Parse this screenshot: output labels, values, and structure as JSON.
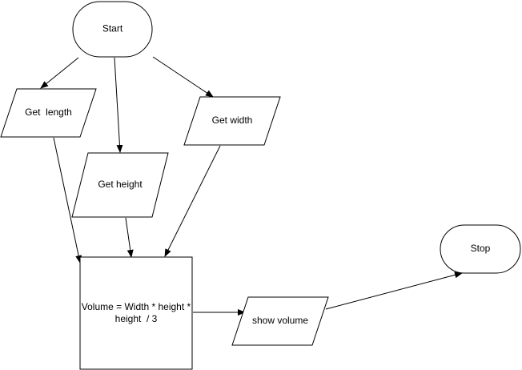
{
  "diagram": {
    "nodes": {
      "start": {
        "label": "Start",
        "shape": "terminator"
      },
      "get_length": {
        "label": "Get  length",
        "shape": "parallelogram"
      },
      "get_height": {
        "label": "Get height",
        "shape": "parallelogram"
      },
      "get_width": {
        "label": "Get width",
        "shape": "parallelogram"
      },
      "volume": {
        "label_line1": "Volume = Width * height *",
        "label_line2": "height  / 3",
        "shape": "process"
      },
      "show_volume": {
        "label": "show volume",
        "shape": "parallelogram"
      },
      "stop": {
        "label": "Stop",
        "shape": "terminator"
      }
    },
    "edges": [
      {
        "from": "start",
        "to": "get_length"
      },
      {
        "from": "start",
        "to": "get_height"
      },
      {
        "from": "start",
        "to": "get_width"
      },
      {
        "from": "get_length",
        "to": "volume"
      },
      {
        "from": "get_height",
        "to": "volume"
      },
      {
        "from": "get_width",
        "to": "volume"
      },
      {
        "from": "volume",
        "to": "show_volume"
      },
      {
        "from": "show_volume",
        "to": "stop"
      }
    ],
    "colors": {
      "stroke": "#000000",
      "fill": "#ffffff",
      "background": "#ffffff"
    }
  }
}
